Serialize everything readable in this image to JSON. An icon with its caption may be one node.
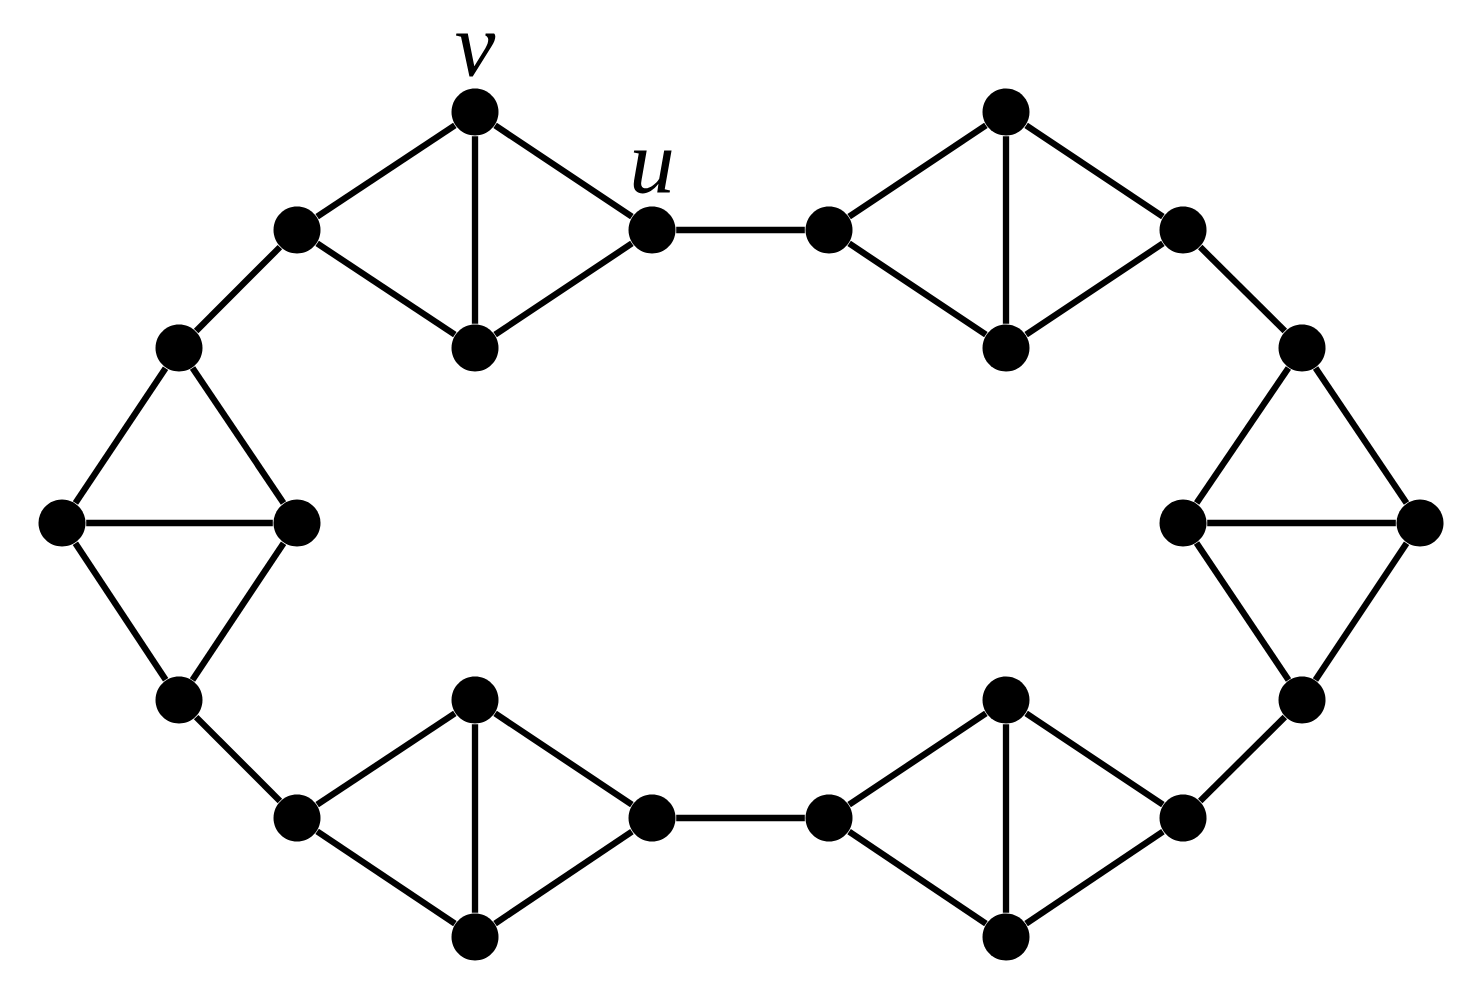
{
  "diagram": {
    "nodes": [
      {
        "text": [],
        "shape": "circle"
      },
      {
        "text": [],
        "shape": "circle",
        "beside": [
          "v"
        ]
      },
      {
        "text": [],
        "shape": "circle"
      },
      {
        "text": [],
        "shape": "circle",
        "beside": [
          "u"
        ]
      },
      {
        "text": [],
        "shape": "circle"
      },
      {
        "text": [],
        "shape": "circle"
      },
      {
        "text": [],
        "shape": "circle"
      },
      {
        "text": [],
        "shape": "circle"
      },
      {
        "text": [],
        "shape": "circle"
      },
      {
        "text": [],
        "shape": "circle"
      },
      {
        "text": [],
        "shape": "circle"
      },
      {
        "text": [],
        "shape": "circle"
      },
      {
        "text": [],
        "shape": "circle"
      },
      {
        "text": [],
        "shape": "circle"
      },
      {
        "text": [],
        "shape": "circle"
      },
      {
        "text": [],
        "shape": "circle"
      },
      {
        "text": [],
        "shape": "circle"
      },
      {
        "text": [],
        "shape": "circle"
      },
      {
        "text": [],
        "shape": "circle"
      },
      {
        "text": [],
        "shape": "circle"
      },
      {
        "text": [],
        "shape": "circle"
      },
      {
        "text": [],
        "shape": "circle"
      },
      {
        "text": [],
        "shape": "circle"
      },
      {
        "text": [],
        "shape": "circle"
      }
    ],
    "edges": [
      {
        "from": 0,
        "to": 1,
        "arrow": "none"
      },
      {
        "from": 0,
        "to": 2,
        "arrow": "none"
      },
      {
        "from": 1,
        "to": 2,
        "arrow": "none"
      },
      {
        "from": 1,
        "to": 3,
        "arrow": "none"
      },
      {
        "from": 2,
        "to": 3,
        "arrow": "none"
      },
      {
        "from": 3,
        "to": 4,
        "arrow": "none"
      },
      {
        "from": 4,
        "to": 5,
        "arrow": "none"
      },
      {
        "from": 4,
        "to": 6,
        "arrow": "none"
      },
      {
        "from": 5,
        "to": 6,
        "arrow": "none"
      },
      {
        "from": 5,
        "to": 7,
        "arrow": "none"
      },
      {
        "from": 6,
        "to": 7,
        "arrow": "none"
      },
      {
        "from": 7,
        "to": 8,
        "arrow": "none"
      },
      {
        "from": 8,
        "to": 9,
        "arrow": "none"
      },
      {
        "from": 8,
        "to": 10,
        "arrow": "none"
      },
      {
        "from": 9,
        "to": 10,
        "arrow": "none"
      },
      {
        "from": 9,
        "to": 11,
        "arrow": "none"
      },
      {
        "from": 10,
        "to": 11,
        "arrow": "none"
      },
      {
        "from": 11,
        "to": 12,
        "arrow": "none"
      },
      {
        "from": 12,
        "to": 13,
        "arrow": "none"
      },
      {
        "from": 12,
        "to": 14,
        "arrow": "none"
      },
      {
        "from": 13,
        "to": 14,
        "arrow": "none"
      },
      {
        "from": 13,
        "to": 15,
        "arrow": "none"
      },
      {
        "from": 14,
        "to": 15,
        "arrow": "none"
      },
      {
        "from": 15,
        "to": 16,
        "arrow": "none"
      },
      {
        "from": 16,
        "to": 17,
        "arrow": "none"
      },
      {
        "from": 16,
        "to": 18,
        "arrow": "none"
      },
      {
        "from": 17,
        "to": 18,
        "arrow": "none"
      },
      {
        "from": 17,
        "to": 19,
        "arrow": "none"
      },
      {
        "from": 18,
        "to": 19,
        "arrow": "none"
      },
      {
        "from": 19,
        "to": 20,
        "arrow": "none"
      },
      {
        "from": 20,
        "to": 21,
        "arrow": "none"
      },
      {
        "from": 20,
        "to": 22,
        "arrow": "none"
      },
      {
        "from": 21,
        "to": 22,
        "arrow": "none"
      },
      {
        "from": 21,
        "to": 23,
        "arrow": "none"
      },
      {
        "from": 22,
        "to": 23,
        "arrow": "none"
      },
      {
        "from": 23,
        "to": 0,
        "arrow": "none"
      }
    ]
  }
}
